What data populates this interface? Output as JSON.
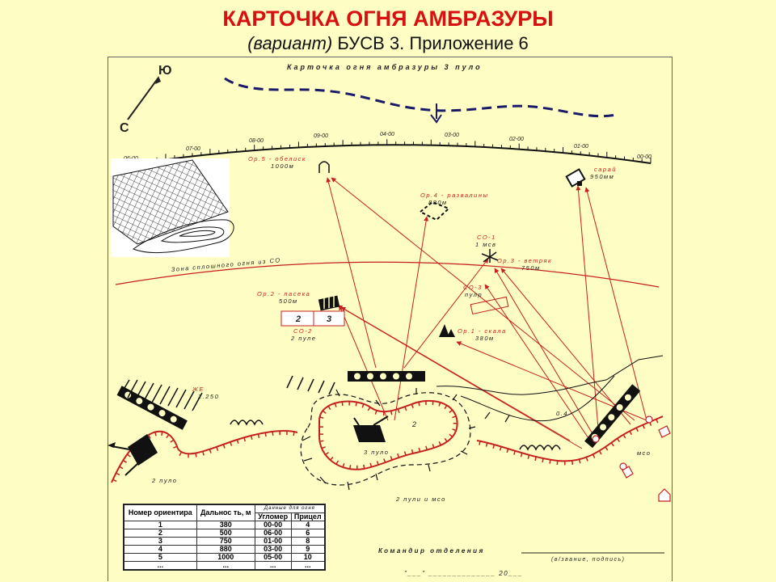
{
  "header": {
    "title": "КАРТОЧКА ОГНЯ АМБРАЗУРЫ",
    "subtitle_italic": "(вариант)",
    "subtitle_rest": " БУСВ 3. Приложение 6"
  },
  "diagram": {
    "card_title": "Карточка огня амбразуры 3 пуло",
    "compass": {
      "north": "Ю",
      "south": "С"
    },
    "scale_labels": [
      "06-00",
      "07-00",
      "08-00",
      "09-00",
      "04-00",
      "03-00",
      "02-00",
      "01-00",
      "00-00"
    ],
    "zone_label": "Зона сплошного огня из СО",
    "landmarks": {
      "op5": {
        "name": "Ор.5 - обелиск",
        "range": "1000м"
      },
      "op4": {
        "name": "Ор.4 - развалины",
        "range": "880м"
      },
      "op3": {
        "name": "Ор.3 - ветряк",
        "range": "750м"
      },
      "op2": {
        "name": "Ор.2 - пасека",
        "range": "500м"
      },
      "op1": {
        "name": "Ор.1 - скала",
        "range": "380м"
      },
      "barn": {
        "name": "сарай",
        "range": "950мм"
      }
    },
    "sectors": {
      "co1": {
        "name": "СО-1",
        "unit": "1 мсв"
      },
      "co2": {
        "name": "СО-2",
        "unit": "2 пуле"
      },
      "co3": {
        "name": "СО-3",
        "unit": "пулр"
      }
    },
    "co2_box": {
      "left": "2",
      "right": "3"
    },
    "zhe": {
      "name": "ЖЕ",
      "value": "2.250"
    },
    "labels": {
      "pos3": "3 пуло",
      "pos2": "2 пуло",
      "pos2_msv": "2 пули и мсо",
      "msv": "мсо",
      "num2": "2",
      "num04": "0.4"
    },
    "commander": "Командир отделения",
    "signature": "(в/звание, подпись)",
    "date_line": "\"___\" ______________ 20___"
  },
  "table": {
    "headers": {
      "num": "Номер ориентира",
      "dist": "Дальнос ть, м",
      "fire_data": "Данные для огня",
      "angle": "Угломер",
      "sight": "Прицел"
    },
    "rows": [
      [
        "1",
        "380",
        "00-00",
        "4"
      ],
      [
        "2",
        "500",
        "06-00",
        "6"
      ],
      [
        "3",
        "750",
        "01-00",
        "8"
      ],
      [
        "4",
        "880",
        "03-00",
        "9"
      ],
      [
        "5",
        "1000",
        "05-00",
        "10"
      ],
      [
        "...",
        "...",
        "...",
        "..."
      ]
    ]
  },
  "colors": {
    "title": "#d81010",
    "background": "#fdfdc4",
    "fire_line": "#c62020",
    "dashed_line": "#1a1a6a"
  }
}
